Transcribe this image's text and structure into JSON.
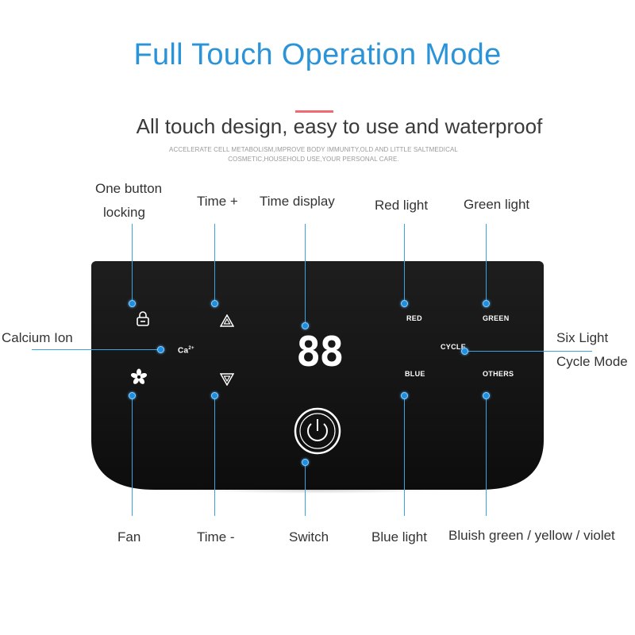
{
  "heading": {
    "title": "Full Touch Operation Mode",
    "subtitle": "All touch design, easy to use and waterproof",
    "small_line1": "ACCELERATE CELL METABOLISM,IMPROVE BODY IMMUNITY,OLD AND LITTLE SALTMEDICAL",
    "small_line2": "COSMETIC,HOUSEHOLD USE,YOUR PERSONAL CARE."
  },
  "callouts": {
    "one_button_locking_1": "One button",
    "one_button_locking_2": "locking",
    "time_plus": "Time +",
    "time_display": "Time display",
    "red_light": "Red light",
    "green_light": "Green light",
    "calcium_ion": "Calcium Ion",
    "six_light_1": "Six Light",
    "six_light_2": "Cycle Mode",
    "fan": "Fan",
    "time_minus": "Time -",
    "switch": "Switch",
    "blue_light": "Blue light",
    "bluish_green": "Bluish green / yellow / violet"
  },
  "panel": {
    "ca_label": "Ca",
    "ca_sup": "2+",
    "digits": "88",
    "red": "RED",
    "green": "GREEN",
    "cycle": "CYCLE",
    "blue": "BLUE",
    "others": "OTHERS"
  },
  "icons": [
    "lock-icon",
    "triangle-up-icon",
    "triangle-down-icon",
    "fan-icon",
    "power-icon"
  ],
  "colors": {
    "title": "#2b93d8",
    "accent_line": "#3aa3e0",
    "dot": "#1e90e0",
    "panel": "#111111",
    "dash": "#f06a72"
  }
}
